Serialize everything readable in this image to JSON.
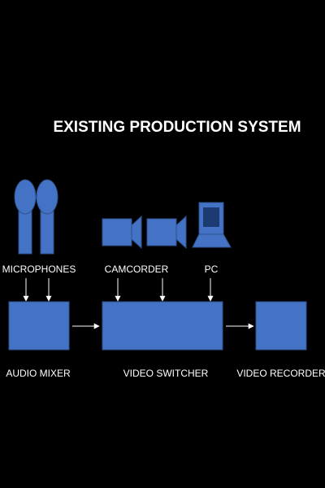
{
  "title": "EXISTING PRODUCTION SYSTEM",
  "labels": {
    "microphones": "MICROPHONES",
    "camcorder": "CAMCORDER",
    "pc": "PC",
    "audio_mixer": "AUDIO MIXER",
    "video_switcher": "VIDEO SWITCHER",
    "video_recorder": "VIDEO RECORDER"
  },
  "icons": {
    "microphones": "microphone-icon",
    "camcorders": "camcorder-icon",
    "pc": "laptop-icon"
  },
  "colors": {
    "background": "#000000",
    "box_fill": "#4472C4",
    "box_stroke": "#2F528F",
    "arrow": "#ffffff",
    "text": "#ffffff"
  }
}
